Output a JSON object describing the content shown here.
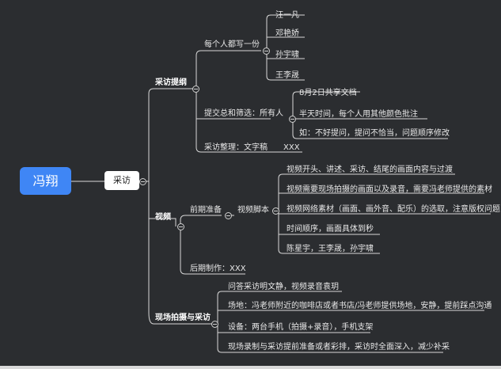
{
  "root": {
    "label": "冯翔"
  },
  "center": {
    "label": "采访"
  },
  "branches": {
    "interview_outline": {
      "label": "采访提纲",
      "per_person": {
        "label": "每个人都写一份",
        "people": [
          "汪一凡",
          "邓艳娇",
          "孙宇啸",
          "王李晟"
        ]
      },
      "submit": {
        "label": "提交总和筛选：所有人",
        "items": [
          "8月2日共享文档",
          "半天时间，每个人用其他颜色批注",
          "如：不好提问，提问不恰当，问题顺序修改"
        ]
      },
      "organize": {
        "label": "采访整理：文字稿",
        "value": "XXX"
      }
    },
    "video": {
      "label": "视频",
      "preparation": {
        "label": "前期准备",
        "script": {
          "label": "视频脚本",
          "items": [
            "视频开头、讲述、采访、结尾的画面内容与过渡",
            "视频需要现场拍摄的画面以及录音，需要冯老师提供的素材",
            "视频网络素材（画面、画外音、配乐）的选取，注意版权问题",
            "时间顺序，画面具体到秒",
            "陈星宇，王李晟，孙宇啸"
          ]
        }
      },
      "post": {
        "label": "后期制作：XXX"
      }
    },
    "shooting": {
      "label": "现场拍摄与采访",
      "items": [
        "问答采访明文静，视频录音袁玥",
        "场地：冯老师附近的咖啡店或者书店/冯老师提供场地，安静，提前踩点沟通",
        "设备：两台手机（拍摄+录音），手机支架",
        "现场录制与采访提前准备或者彩排，采访时全面深入，减少补采"
      ]
    }
  },
  "colors": {
    "root_bg": "#3f86f5",
    "line": "#d8d8d8",
    "background": "#2b2d30"
  }
}
